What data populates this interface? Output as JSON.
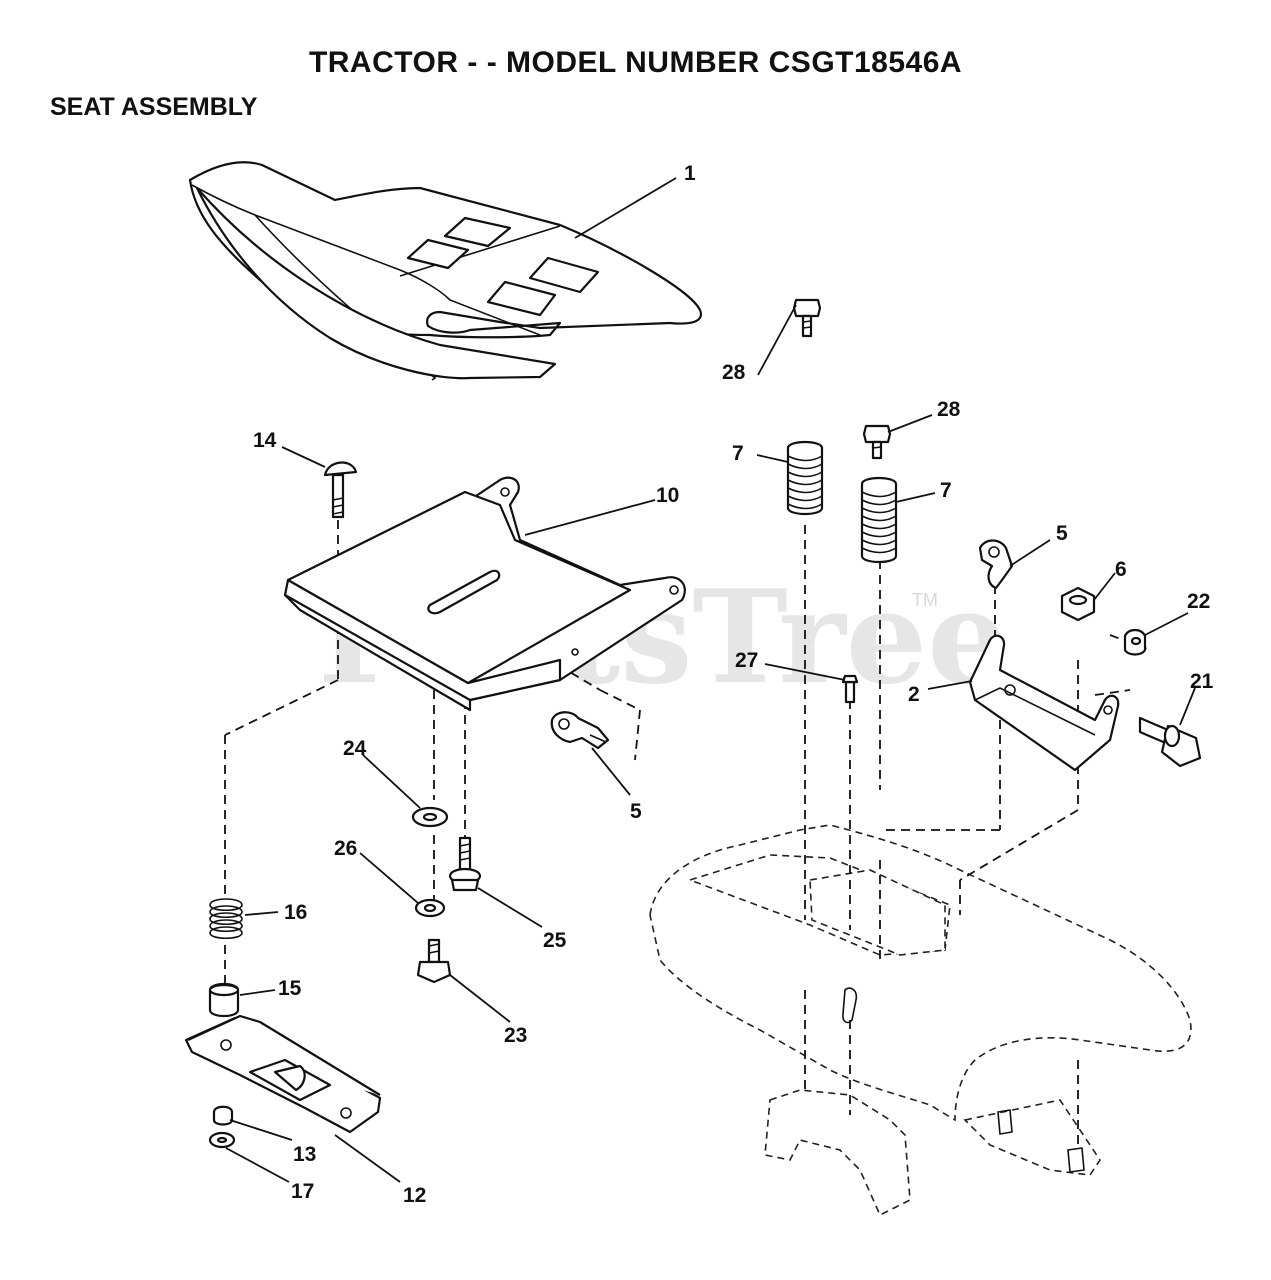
{
  "header": {
    "title": "TRACTOR - - MODEL NUMBER CSGT18546A",
    "subtitle": "SEAT ASSEMBLY"
  },
  "watermark": {
    "text": "PartsTree",
    "trademark": "TM"
  },
  "callouts": [
    {
      "id": "c1",
      "label": "1",
      "part": "seat"
    },
    {
      "id": "c2",
      "label": "2",
      "part": "bracket"
    },
    {
      "id": "c5a",
      "label": "5",
      "part": "clip-right"
    },
    {
      "id": "c5b",
      "label": "5",
      "part": "clip-left"
    },
    {
      "id": "c6",
      "label": "6",
      "part": "nut"
    },
    {
      "id": "c7a",
      "label": "7",
      "part": "spring-left"
    },
    {
      "id": "c7b",
      "label": "7",
      "part": "spring-right"
    },
    {
      "id": "c10",
      "label": "10",
      "part": "seat-pan"
    },
    {
      "id": "c12",
      "label": "12",
      "part": "slide-plate"
    },
    {
      "id": "c13",
      "label": "13",
      "part": "nut-small"
    },
    {
      "id": "c14",
      "label": "14",
      "part": "carriage-bolt"
    },
    {
      "id": "c15",
      "label": "15",
      "part": "spacer"
    },
    {
      "id": "c16",
      "label": "16",
      "part": "spring-small"
    },
    {
      "id": "c17",
      "label": "17",
      "part": "washer-lower"
    },
    {
      "id": "c21",
      "label": "21",
      "part": "bolt"
    },
    {
      "id": "c22",
      "label": "22",
      "part": "bushing"
    },
    {
      "id": "c23",
      "label": "23",
      "part": "hex-bolt"
    },
    {
      "id": "c24",
      "label": "24",
      "part": "washer"
    },
    {
      "id": "c25",
      "label": "25",
      "part": "shoulder-bolt"
    },
    {
      "id": "c26",
      "label": "26",
      "part": "lock-washer"
    },
    {
      "id": "c27",
      "label": "27",
      "part": "pin"
    },
    {
      "id": "c28a",
      "label": "28",
      "part": "knob-left"
    },
    {
      "id": "c28b",
      "label": "28",
      "part": "knob-right"
    }
  ]
}
